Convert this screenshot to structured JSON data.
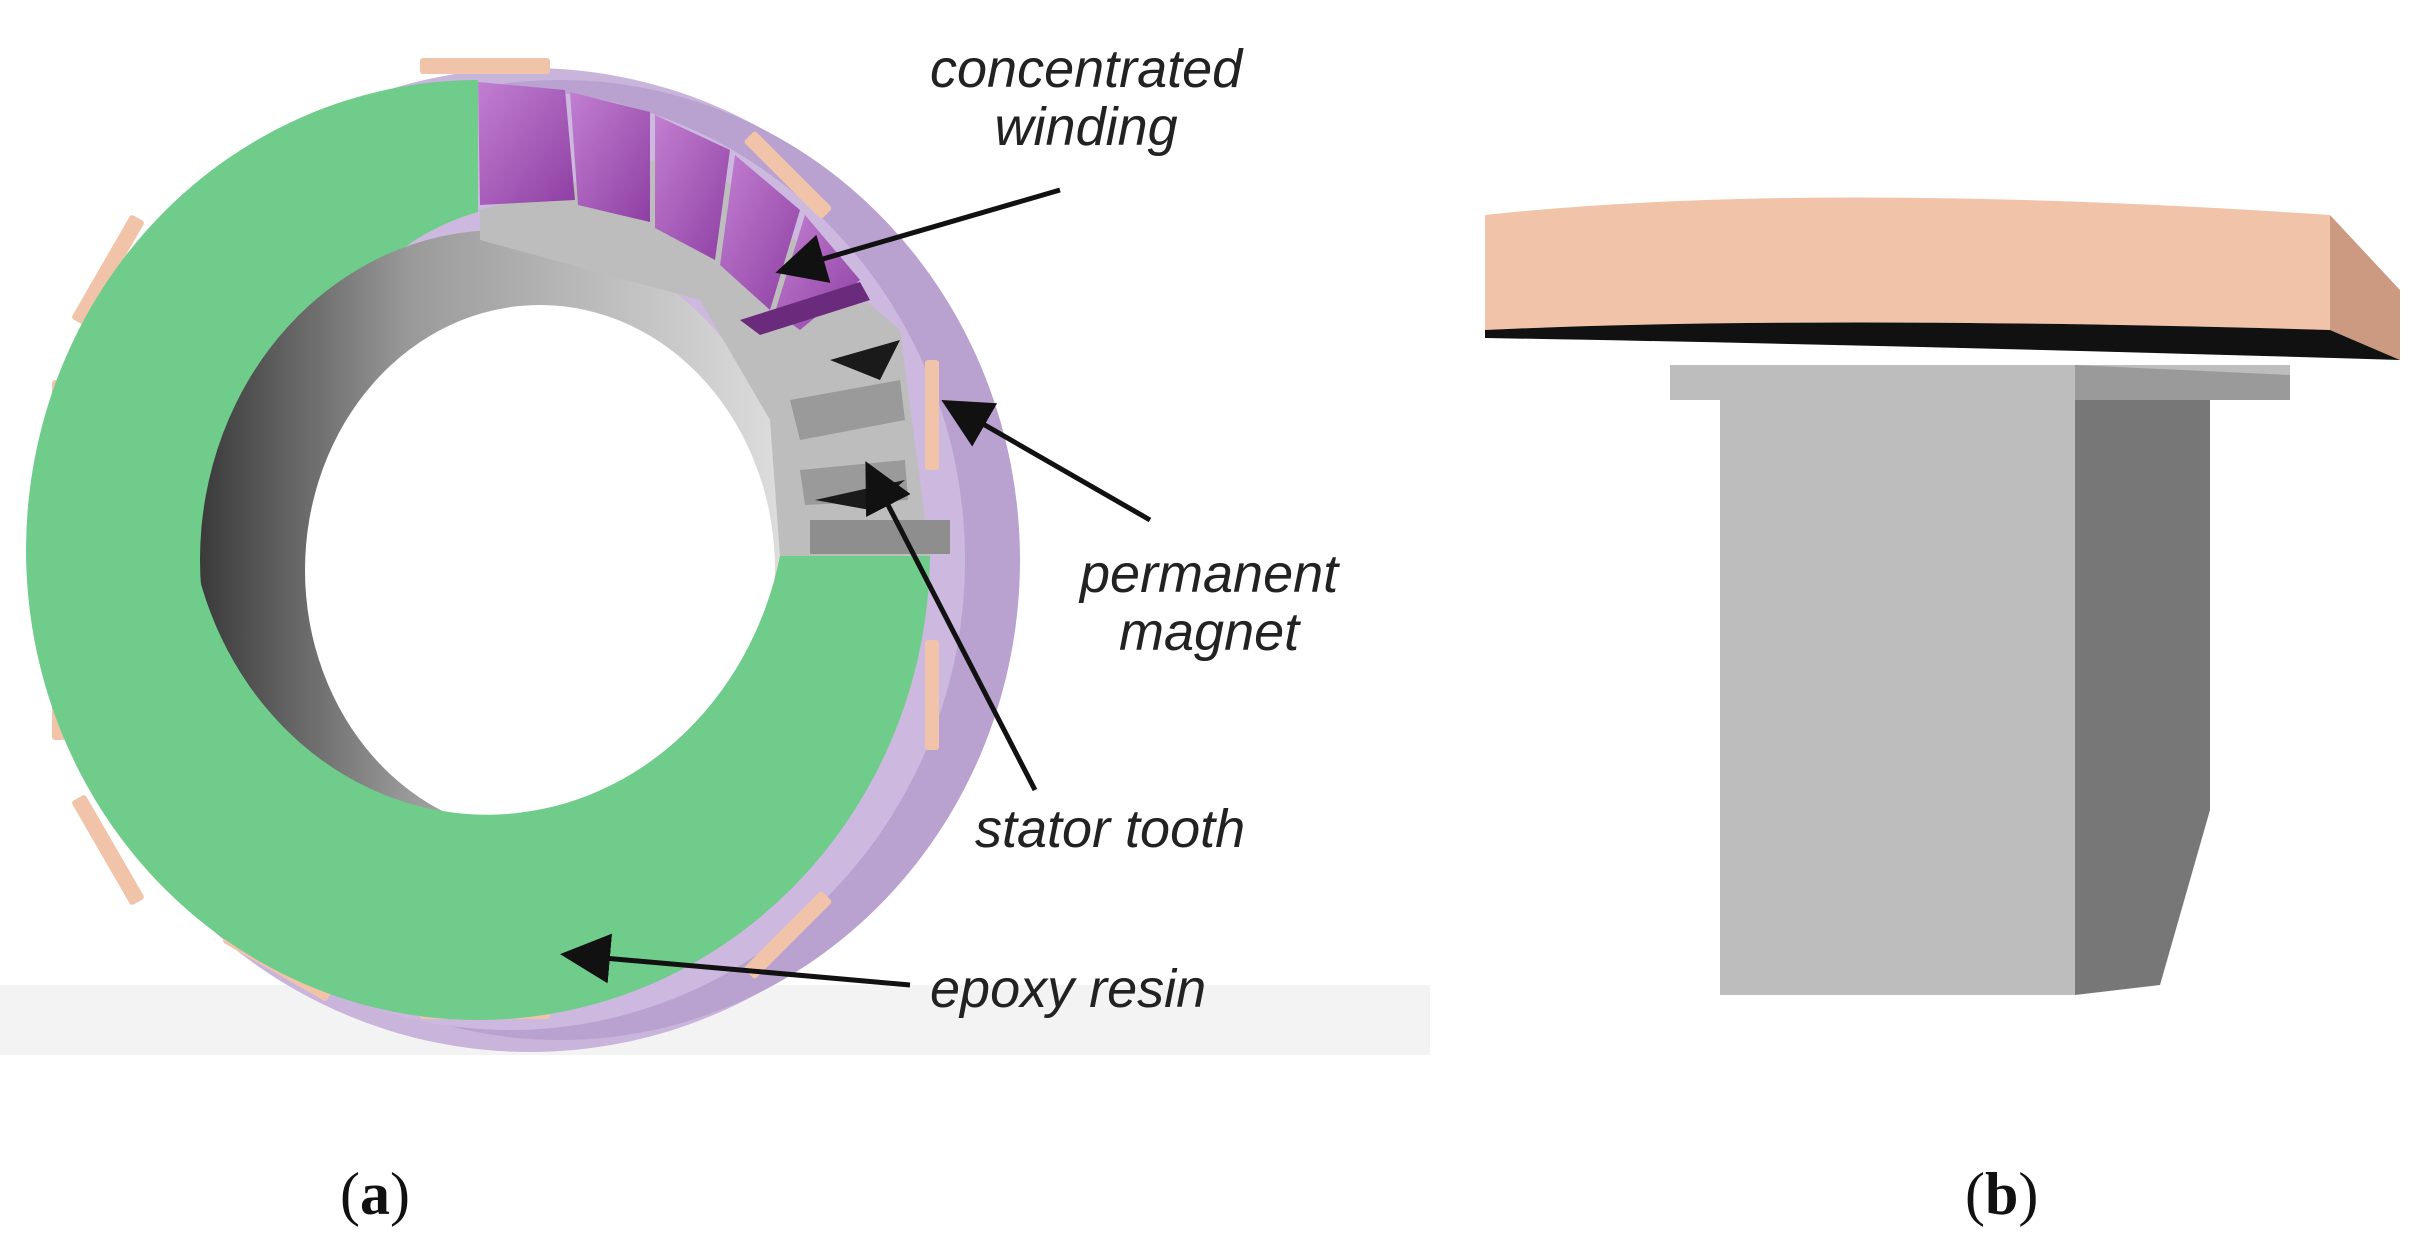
{
  "figure": {
    "panel_a": {
      "label_open": "(",
      "label_letter": "a",
      "label_close": ")",
      "callouts": {
        "concentrated_winding": [
          "concentrated",
          "winding"
        ],
        "permanent_magnet": [
          "permanent",
          "magnet"
        ],
        "stator_tooth": "stator tooth",
        "epoxy_resin": "epoxy resin"
      }
    },
    "panel_b": {
      "label_open": "(",
      "label_letter": "b",
      "label_close": ")"
    },
    "colors": {
      "outer_ring": "#c9b4dc",
      "epoxy_resin": "#6fcc8a",
      "winding": "#a35bb5",
      "magnet": "#f1c4aa",
      "stator_light": "#bdbdbd",
      "stator_dark": "#777777"
    }
  }
}
